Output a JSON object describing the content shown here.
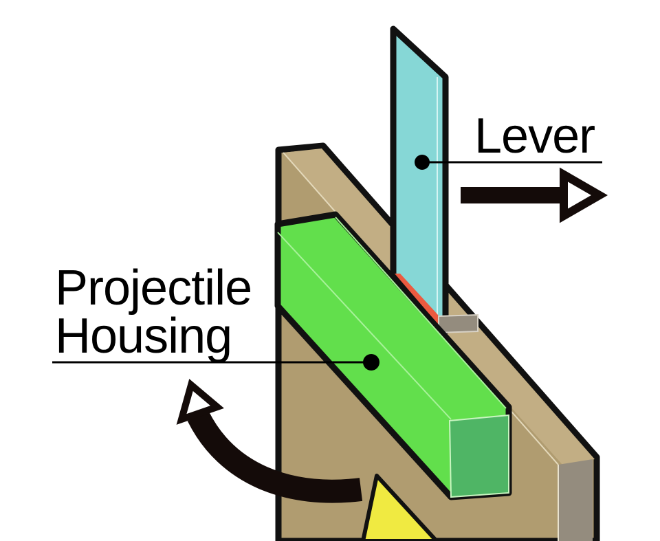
{
  "labels": {
    "lever": "Lever",
    "housing_line1": "Projectile",
    "housing_line2": "Housing"
  },
  "colors": {
    "board": "#b09c70",
    "board_side": "#948c7e",
    "board_top": "#c2ae84",
    "housing": "#62df4c",
    "housing_end": "#4fb565",
    "lever": "#86d7d6",
    "lever_edge": "#ec5a40",
    "wedge": "#f0ea41",
    "outline": "#111111",
    "arrow": "#140b09"
  }
}
